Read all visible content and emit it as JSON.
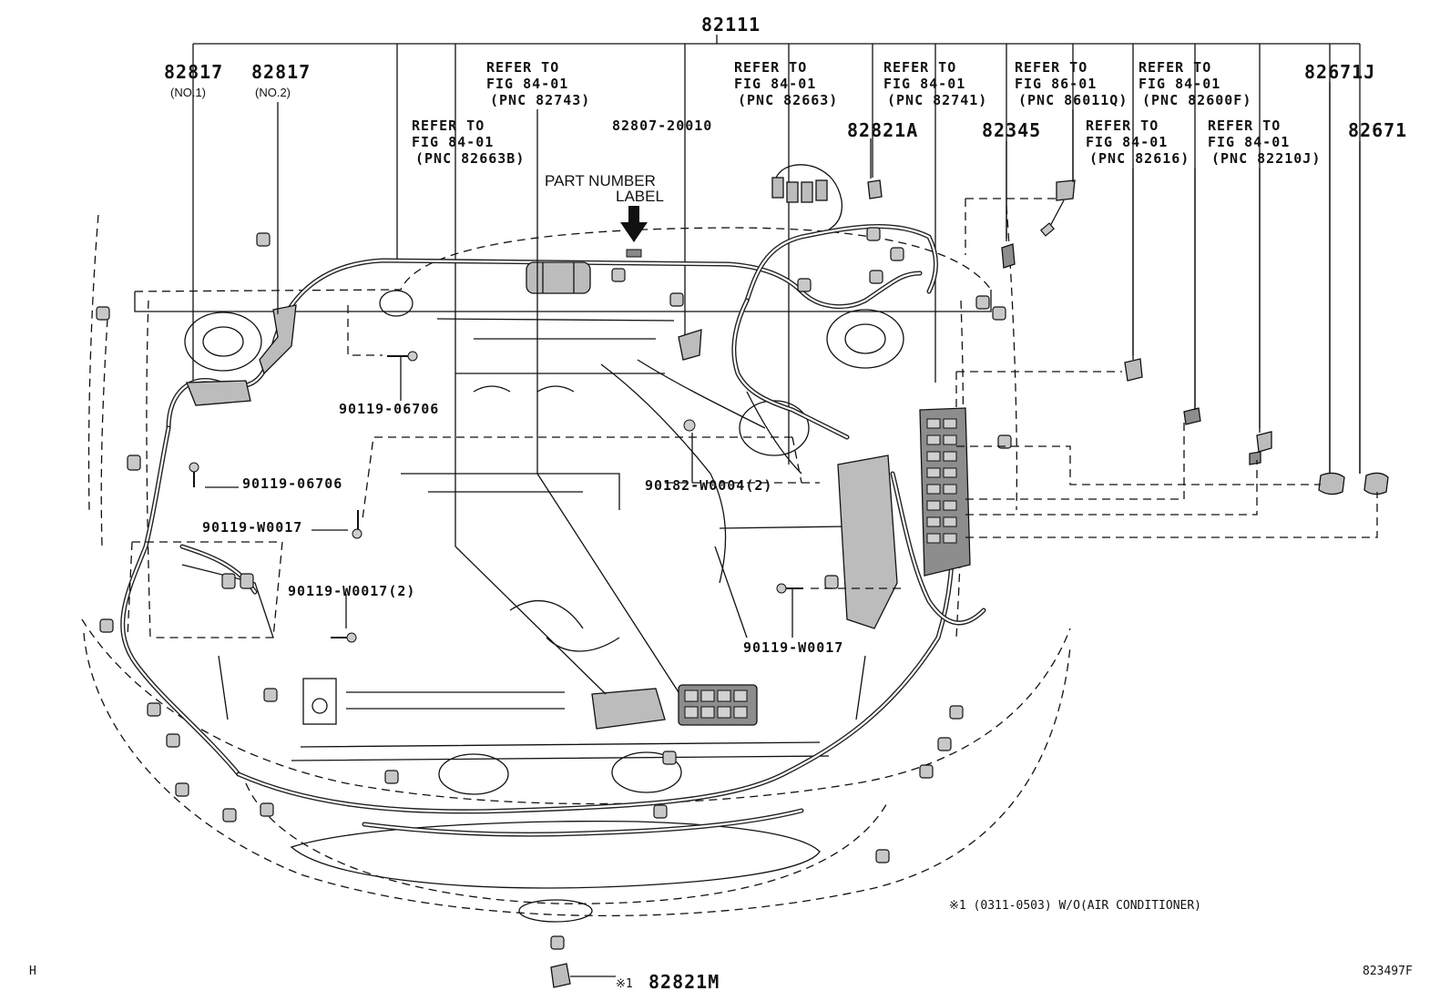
{
  "diagram": {
    "main_part": "82111",
    "labels": {
      "p82817_1": "82817",
      "p82817_1_sub": "(NO.1)",
      "p82817_2": "82817",
      "p82817_2_sub": "(NO.2)",
      "ref1_l1": "REFER TO",
      "ref1_l2": "FIG 84-01",
      "ref1_l3": "(PNC 82743)",
      "ref2_l1": "REFER TO",
      "ref2_l2": "FIG 84-01",
      "ref2_l3": "(PNC 82663)",
      "ref3_l1": "REFER TO",
      "ref3_l2": "FIG 84-01",
      "ref3_l3": "(PNC 82741)",
      "ref4_l1": "REFER TO",
      "ref4_l2": "FIG 86-01",
      "ref4_l3": "(PNC 86011Q)",
      "ref5_l1": "REFER TO",
      "ref5_l2": "FIG 84-01",
      "ref5_l3": "(PNC 82600F)",
      "ref6_l1": "REFER TO",
      "ref6_l2": "FIG 84-01",
      "ref6_l3": "(PNC 82663B)",
      "ref7_l1": "REFER TO",
      "ref7_l2": "FIG 84-01",
      "ref7_l3": "(PNC 82616)",
      "ref8_l1": "REFER TO",
      "ref8_l2": "FIG 84-01",
      "ref8_l3": "(PNC 82210J)",
      "p82807": "82807-20010",
      "p82821A": "82821A",
      "p82345": "82345",
      "p82671J": "82671J",
      "p82671": "82671",
      "part_number_label_l1": "PART NUMBER",
      "part_number_label_l2": "LABEL",
      "b90119_06706_a": "90119-06706",
      "b90119_06706_b": "90119-06706",
      "b90119_W0017_a": "90119-W0017",
      "b90119_W0017_2": "90119-W0017(2)",
      "b90182_W0004": "90182-W0004(2)",
      "b90119_W0017_b": "90119-W0017",
      "note": "※1 (0311-0503) W/O(AIR CONDITIONER)",
      "p82821M_mark": "※1",
      "p82821M": "82821M",
      "corner_h": "H",
      "figure_id": "823497F"
    }
  }
}
